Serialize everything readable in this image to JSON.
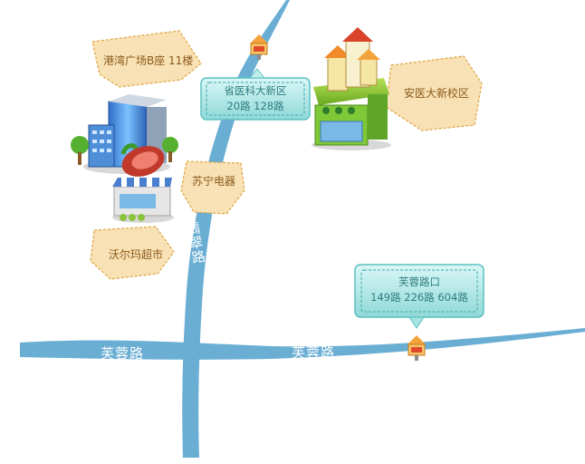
{
  "colors": {
    "road": "#6aaed4",
    "road_label": "#ffffff",
    "callout_fill": "#f8e1b4",
    "callout_border": "#e0a848",
    "callout_text": "#8a5a1c",
    "stop_fill": "#bfeeee",
    "stop_border": "#5cc0c0",
    "stop_text": "#2f7d82"
  },
  "roads": {
    "horizontal": {
      "name_left": "芙蓉路",
      "name_right": "芙蓉路"
    },
    "vertical": {
      "name": "翡翠路"
    }
  },
  "landmarks": [
    {
      "name": "港湾广场B座 11楼",
      "icon": "office-building-icon"
    },
    {
      "name": "苏宁电器",
      "icon": "steak-icon"
    },
    {
      "name": "沃尔玛超市",
      "icon": "supermarket-icon"
    },
    {
      "name": "安医大新校区",
      "icon": "campus-building-icon"
    }
  ],
  "bus_stops": [
    {
      "name": "省医科大新区",
      "routes": "20路  128路"
    },
    {
      "name": "芙蓉路口",
      "routes": "149路  226路  604路"
    }
  ]
}
